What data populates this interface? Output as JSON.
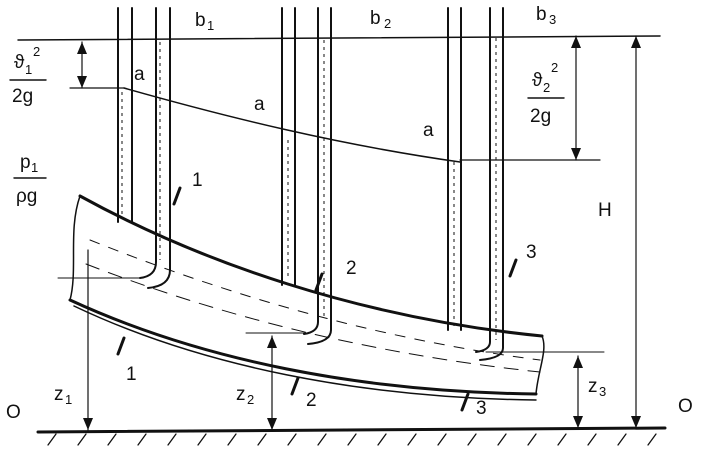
{
  "diagram": {
    "labels": {
      "b1": "b",
      "b1_sub": "1",
      "b2": "b",
      "b2_sub": "2",
      "b3": "b",
      "b3_sub": "3",
      "a1": "a",
      "a2": "a",
      "a3": "a",
      "v1_num": "ϑ",
      "v1_num_sub": "1",
      "v1_num_sup": "2",
      "v1_den": "2g",
      "v2_num": "ϑ",
      "v2_num_sub": "2",
      "v2_num_sup": "2",
      "v2_den": "2g",
      "p1_num": "p",
      "p1_num_sub": "1",
      "p1_den": "ρg",
      "H": "H",
      "sec1_top": "1",
      "sec1_bot": "1",
      "sec2_top": "2",
      "sec2_bot": "2",
      "sec3_top": "3",
      "sec3_bot": "3",
      "z1": "z",
      "z1_sub": "1",
      "z2": "z",
      "z2_sub": "2",
      "z3": "z",
      "z3_sub": "3",
      "O_left": "O",
      "O_right": "O"
    },
    "colors": {
      "ink": "#111111",
      "paper": "#ffffff"
    }
  }
}
